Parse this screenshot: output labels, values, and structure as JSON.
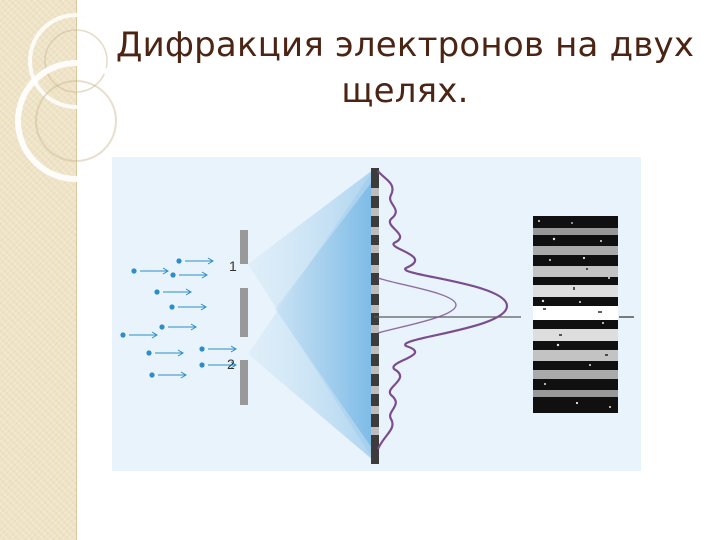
{
  "slide": {
    "title": "Дифракция электронов на двух щелях."
  },
  "diagram": {
    "slit_labels": [
      "1",
      "2"
    ],
    "colors": {
      "background": "#e8f3fb",
      "electron": "#2b8ec6",
      "barrier": "#999999",
      "screen": "#4b4b4b",
      "wave": "#7b4d8d",
      "beam": "#8ec2e4"
    },
    "icons": {
      "electron": "electron-dot-arrow-icon",
      "screen": "detector-screen-icon",
      "pattern": "interference-pattern-image"
    }
  }
}
